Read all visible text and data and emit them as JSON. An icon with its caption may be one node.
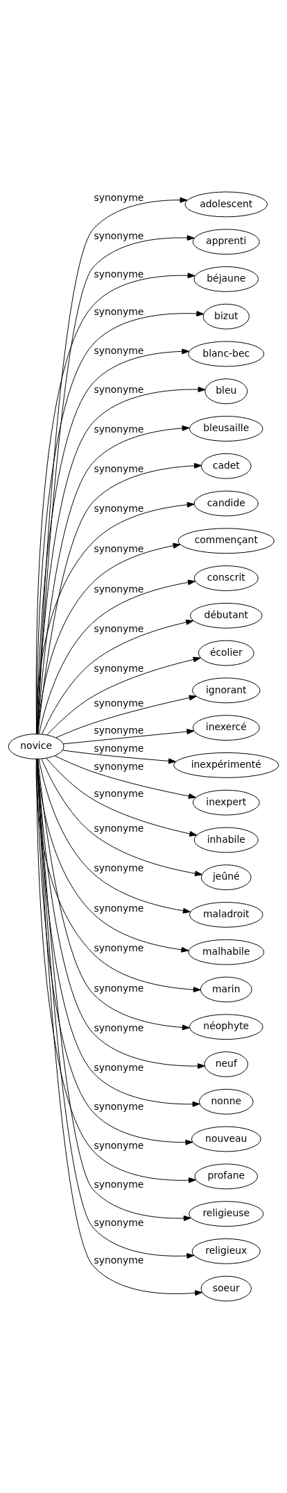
{
  "diagram": {
    "nodes": [
      {
        "text": [
          "novice"
        ]
      },
      {
        "text": [
          "adolescent"
        ]
      },
      {
        "text": [
          "apprenti"
        ]
      },
      {
        "text": [
          "béjaune"
        ]
      },
      {
        "text": [
          "bizut"
        ]
      },
      {
        "text": [
          "blanc-bec"
        ]
      },
      {
        "text": [
          "bleu"
        ]
      },
      {
        "text": [
          "bleusaille"
        ]
      },
      {
        "text": [
          "cadet"
        ]
      },
      {
        "text": [
          "candide"
        ]
      },
      {
        "text": [
          "commençant"
        ]
      },
      {
        "text": [
          "conscrit"
        ]
      },
      {
        "text": [
          "débutant"
        ]
      },
      {
        "text": [
          "écolier"
        ]
      },
      {
        "text": [
          "ignorant"
        ]
      },
      {
        "text": [
          "inexercé"
        ]
      },
      {
        "text": [
          "inexpérimenté"
        ]
      },
      {
        "text": [
          "inexpert"
        ]
      },
      {
        "text": [
          "inhabile"
        ]
      },
      {
        "text": [
          "jeûné"
        ]
      },
      {
        "text": [
          "maladroit"
        ]
      },
      {
        "text": [
          "malhabile"
        ]
      },
      {
        "text": [
          "marin"
        ]
      },
      {
        "text": [
          "néophyte"
        ]
      },
      {
        "text": [
          "neuf"
        ]
      },
      {
        "text": [
          "nonne"
        ]
      },
      {
        "text": [
          "nouveau"
        ]
      },
      {
        "text": [
          "profane"
        ]
      },
      {
        "text": [
          "religieuse"
        ]
      },
      {
        "text": [
          "religieux"
        ]
      },
      {
        "text": [
          "soeur"
        ]
      }
    ],
    "edges": [
      {
        "from": 0,
        "to": 1,
        "arrow": "to",
        "label": "synonyme"
      },
      {
        "from": 0,
        "to": 2,
        "arrow": "to",
        "label": "synonyme"
      },
      {
        "from": 0,
        "to": 3,
        "arrow": "to",
        "label": "synonyme"
      },
      {
        "from": 0,
        "to": 4,
        "arrow": "to",
        "label": "synonyme"
      },
      {
        "from": 0,
        "to": 5,
        "arrow": "to",
        "label": "synonyme"
      },
      {
        "from": 0,
        "to": 6,
        "arrow": "to",
        "label": "synonyme"
      },
      {
        "from": 0,
        "to": 7,
        "arrow": "to",
        "label": "synonyme"
      },
      {
        "from": 0,
        "to": 8,
        "arrow": "to",
        "label": "synonyme"
      },
      {
        "from": 0,
        "to": 9,
        "arrow": "to",
        "label": "synonyme"
      },
      {
        "from": 0,
        "to": 10,
        "arrow": "to",
        "label": "synonyme"
      },
      {
        "from": 0,
        "to": 11,
        "arrow": "to",
        "label": "synonyme"
      },
      {
        "from": 0,
        "to": 12,
        "arrow": "to",
        "label": "synonyme"
      },
      {
        "from": 0,
        "to": 13,
        "arrow": "to",
        "label": "synonyme"
      },
      {
        "from": 0,
        "to": 14,
        "arrow": "to",
        "label": "synonyme"
      },
      {
        "from": 0,
        "to": 15,
        "arrow": "to",
        "label": "synonyme"
      },
      {
        "from": 0,
        "to": 16,
        "arrow": "to",
        "label": "synonyme"
      },
      {
        "from": 0,
        "to": 17,
        "arrow": "to",
        "label": "synonyme"
      },
      {
        "from": 0,
        "to": 18,
        "arrow": "to",
        "label": "synonyme"
      },
      {
        "from": 0,
        "to": 19,
        "arrow": "to",
        "label": "synonyme"
      },
      {
        "from": 0,
        "to": 20,
        "arrow": "to",
        "label": "synonyme"
      },
      {
        "from": 0,
        "to": 21,
        "arrow": "to",
        "label": "synonyme"
      },
      {
        "from": 0,
        "to": 22,
        "arrow": "to",
        "label": "synonyme"
      },
      {
        "from": 0,
        "to": 23,
        "arrow": "to",
        "label": "synonyme"
      },
      {
        "from": 0,
        "to": 24,
        "arrow": "to",
        "label": "synonyme"
      },
      {
        "from": 0,
        "to": 25,
        "arrow": "to",
        "label": "synonyme"
      },
      {
        "from": 0,
        "to": 26,
        "arrow": "to",
        "label": "synonyme"
      },
      {
        "from": 0,
        "to": 27,
        "arrow": "to",
        "label": "synonyme"
      },
      {
        "from": 0,
        "to": 28,
        "arrow": "to",
        "label": "synonyme"
      },
      {
        "from": 0,
        "to": 29,
        "arrow": "to",
        "label": "synonyme"
      },
      {
        "from": 0,
        "to": 30,
        "arrow": "to",
        "label": "synonyme"
      }
    ]
  }
}
